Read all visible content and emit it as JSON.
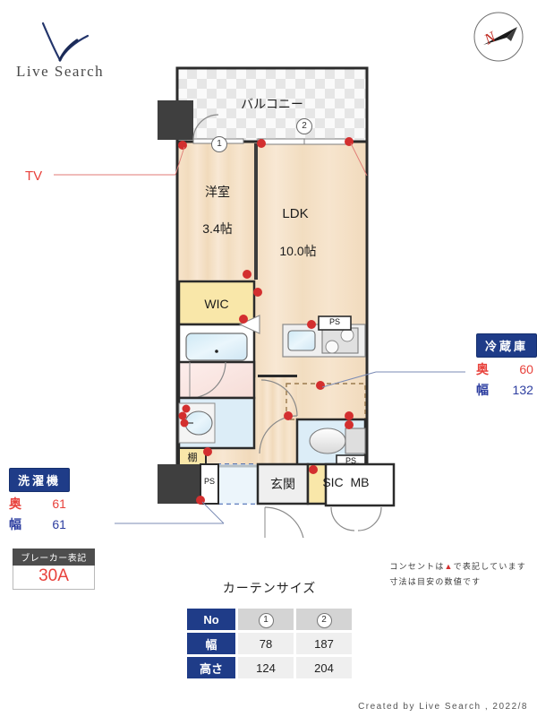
{
  "brand": {
    "name": "Live Search",
    "logo_icon": "check-swoosh-icon"
  },
  "compass": {
    "label": "N",
    "icon": "compass-north-icon"
  },
  "floorplan": {
    "rooms": [
      {
        "key": "balcony",
        "label": "バルコニー"
      },
      {
        "key": "western",
        "label": "洋室",
        "area": "3.4帖"
      },
      {
        "key": "ldk",
        "label": "LDK",
        "area": "10.0帖"
      },
      {
        "key": "wic",
        "label": "WIC"
      },
      {
        "key": "genkan",
        "label": "玄関"
      },
      {
        "key": "sic",
        "label": "SIC"
      },
      {
        "key": "mb",
        "label": "MB"
      },
      {
        "key": "tana",
        "label": "棚"
      }
    ],
    "pipe_shafts": [
      "PS",
      "PS",
      "PS"
    ],
    "window_markers": [
      "1",
      "2"
    ],
    "tv_label": "TV"
  },
  "callouts": {
    "fridge": {
      "title": "冷蔵庫",
      "depth_key": "奥",
      "depth_value": "60",
      "width_key": "幅",
      "width_value": "132"
    },
    "washer": {
      "title": "洗濯機",
      "depth_key": "奥",
      "depth_value": "61",
      "width_key": "幅",
      "width_value": "61"
    }
  },
  "breaker": {
    "title": "ブレーカー表記",
    "value": "30A"
  },
  "note": {
    "line1_pre": "コンセントは",
    "line1_symbol": "▲",
    "line1_post": "で表記しています",
    "line2": "寸法は目安の数値です"
  },
  "curtain": {
    "title": "カーテンサイズ",
    "row_headers": [
      "No",
      "幅",
      "高さ"
    ],
    "columns": [
      "1",
      "2"
    ],
    "width_values": [
      "78",
      "187"
    ],
    "height_values": [
      "124",
      "204"
    ]
  },
  "footer": {
    "text": "Created by Live Search , 2022/8"
  },
  "colors": {
    "accent_blue": "#1f3c88",
    "accent_red": "#e8423c",
    "room_fill": "#f7e3cb",
    "wic_fill": "#f7e3a8",
    "water_fill": "#d9edf7",
    "wall": "#2b2b2b"
  }
}
